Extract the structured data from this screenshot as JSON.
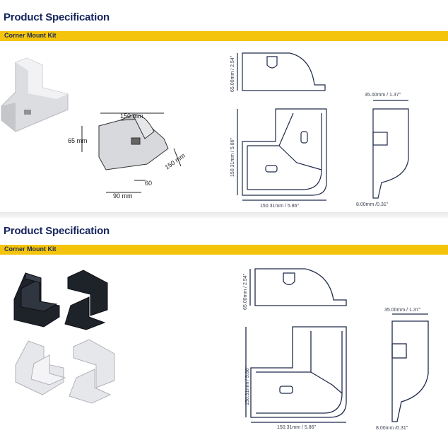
{
  "panels": [
    {
      "title": "Product Specification",
      "banner": "Corner Mount Kit",
      "sketch": {
        "width": "150 mm",
        "height": "65 mm",
        "depth": "150 mm",
        "inner": "60",
        "base": "90 mm"
      },
      "dims": {
        "height": "65.00mm / 2.54\"",
        "length": "150.31mm / 5.86\"",
        "side_length": "150.31mm / 5.86\"",
        "width": "35.00mm / 1.37\"",
        "thickness": "8.00mm /0.31\""
      }
    },
    {
      "title": "Product Specification",
      "banner": "Corner Mount Kit",
      "dims": {
        "height": "65.00mm / 2.54\"",
        "length": "150.31mm / 5.86\"",
        "side_length": "150.31mm / 5.86\"",
        "width": "35.00mm / 1.37\"",
        "thickness": "8.00mm /0.31\""
      }
    }
  ],
  "colors": {
    "banner": "#f4c40c",
    "title": "#15245e",
    "line": "#1f2a4a"
  }
}
